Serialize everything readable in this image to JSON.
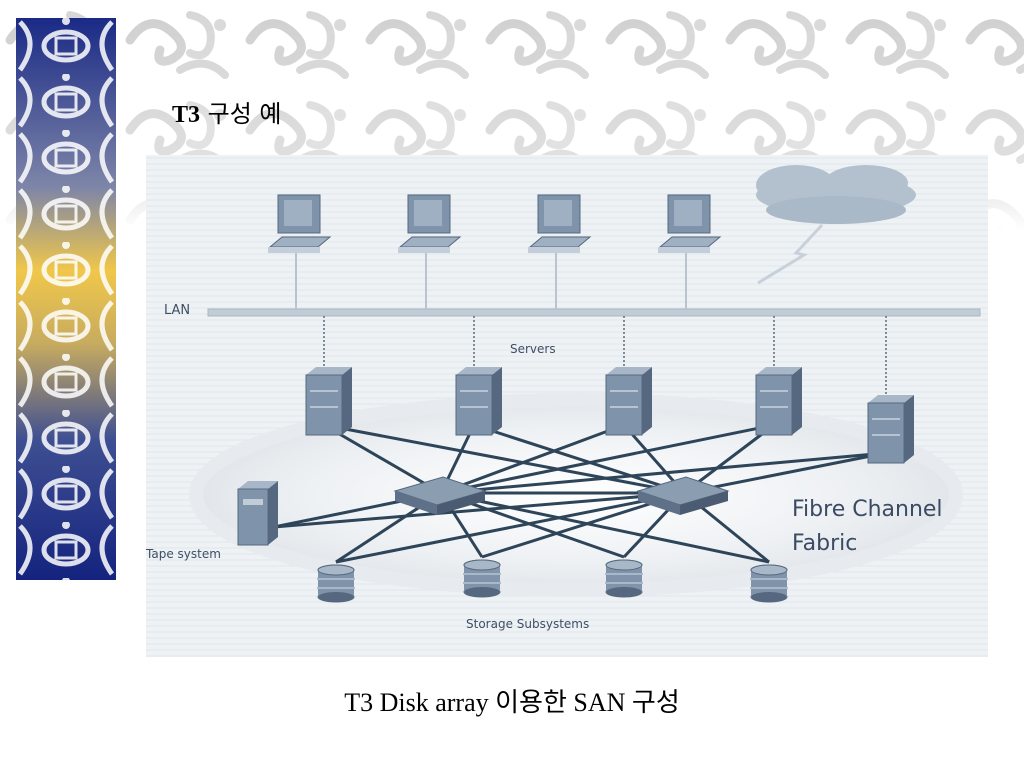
{
  "slide": {
    "title_prefix": "T3",
    "title_rest": " 구성 예",
    "caption_prefix": "T3 Disk array ",
    "caption_middle": "이용한",
    "caption_latin": " SAN ",
    "caption_suffix": "구성"
  },
  "diagram": {
    "labels": {
      "lan": "LAN",
      "servers": "Servers",
      "tape": "Tape system",
      "storage": "Storage Subsystems",
      "fabric_line1": "Fibre Channel",
      "fabric_line2": "Fabric"
    },
    "nodes": {
      "workstations": 4,
      "servers": 5,
      "switches": 2,
      "storage_arrays": 4,
      "tape_systems": 1
    }
  },
  "colors": {
    "line": "#2e4458",
    "device": "#7f93ab",
    "device_dark": "#56687f",
    "cloud": "#aebdcc",
    "lan": "#b8c4d0",
    "band_blue": "#1d2f8a",
    "band_gold": "#e8c14a"
  }
}
